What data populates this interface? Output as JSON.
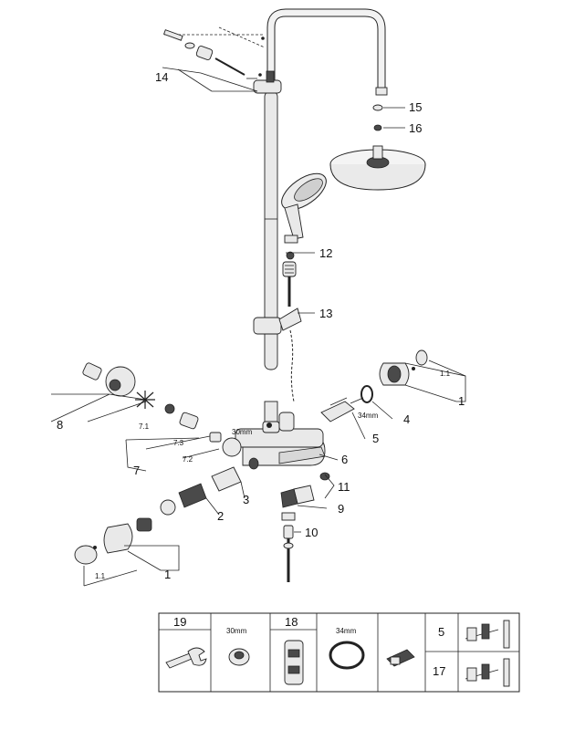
{
  "callouts": {
    "c1_top": "1",
    "c1_1_top": "1.1",
    "c1_bottom": "1",
    "c1_1_bottom": "1.1",
    "c2": "2",
    "c3": "3",
    "c4": "4",
    "c5": "5",
    "c6": "6",
    "c7": "7",
    "c7_1": "7.1",
    "c7_2": "7.2",
    "c7_3": "7.3",
    "c8": "8",
    "c9": "9",
    "c10": "10",
    "c11": "11",
    "c12": "12",
    "c13": "13",
    "c14": "14",
    "c15": "15",
    "c16": "16",
    "dim_30mm": "30mm",
    "dim_34mm": "34mm"
  },
  "tools_table": {
    "cell_19": "19",
    "cell_19_size": "30mm",
    "cell_18": "18",
    "cell_18_size": "34mm",
    "cell_5": "5",
    "cell_17": "17"
  }
}
